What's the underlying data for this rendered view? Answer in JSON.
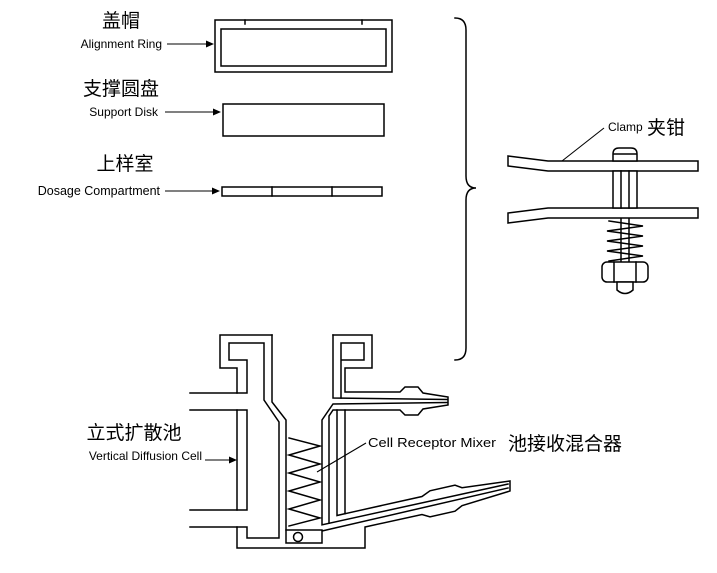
{
  "colors": {
    "background": "#ffffff",
    "line": "#000000"
  },
  "components": {
    "alignment_ring": {
      "zh": "盖帽",
      "en": "Alignment Ring"
    },
    "support_disk": {
      "zh": "支撑圆盘",
      "en": "Support Disk"
    },
    "dosage_compartment": {
      "zh": "上样室",
      "en": "Dosage Compartment"
    },
    "clamp": {
      "en": "Clamp",
      "zh": "夹钳"
    },
    "cell_receptor_mixer": {
      "en": "Cell Receptor Mixer",
      "zh": "池接收混合器"
    },
    "vertical_diffusion_cell": {
      "zh": "立式扩散池",
      "en": "Vertical Diffusion Cell"
    }
  }
}
